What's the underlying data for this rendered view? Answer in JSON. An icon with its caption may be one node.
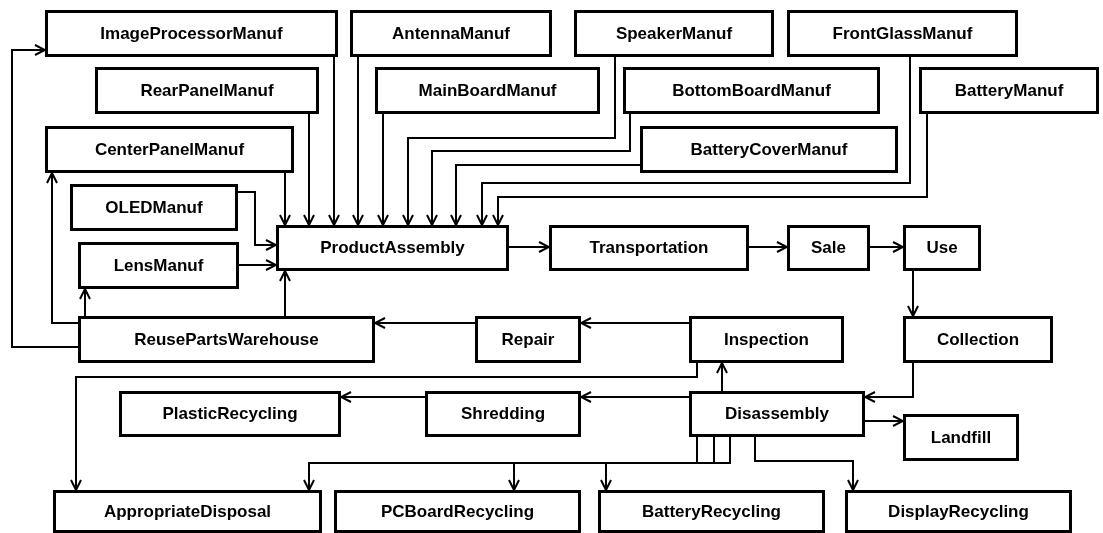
{
  "diagram": {
    "nodes": [
      {
        "text": [
          "ImageProcessorManuf"
        ]
      },
      {
        "text": [
          "AntennaManuf"
        ]
      },
      {
        "text": [
          "SpeakerManuf"
        ]
      },
      {
        "text": [
          "FrontGlassManuf"
        ]
      },
      {
        "text": [
          "RearPanelManuf"
        ]
      },
      {
        "text": [
          "MainBoardManuf"
        ]
      },
      {
        "text": [
          "BottomBoardManuf"
        ]
      },
      {
        "text": [
          "BatteryManuf"
        ]
      },
      {
        "text": [
          "CenterPanelManuf"
        ]
      },
      {
        "text": [
          "BatteryCoverManuf"
        ]
      },
      {
        "text": [
          "OLEDManuf"
        ]
      },
      {
        "text": [
          "ProductAssembly"
        ]
      },
      {
        "text": [
          "LensManuf"
        ]
      },
      {
        "text": [
          "Transportation"
        ]
      },
      {
        "text": [
          "Sale"
        ]
      },
      {
        "text": [
          "Use"
        ]
      },
      {
        "text": [
          "ReusePartsWarehouse"
        ]
      },
      {
        "text": [
          "Repair"
        ]
      },
      {
        "text": [
          "Inspection"
        ]
      },
      {
        "text": [
          "Collection"
        ]
      },
      {
        "text": [
          "PlasticRecycling"
        ]
      },
      {
        "text": [
          "Shredding"
        ]
      },
      {
        "text": [
          "Disassembly"
        ]
      },
      {
        "text": [
          "Landfill"
        ]
      },
      {
        "text": [
          "AppropriateDisposal"
        ]
      },
      {
        "text": [
          "PCBoardRecycling"
        ]
      },
      {
        "text": [
          "BatteryRecycling"
        ]
      },
      {
        "text": [
          "DisplayRecycling"
        ]
      }
    ],
    "edges": [
      {
        "from": 0,
        "to": 11,
        "arrow": "to"
      },
      {
        "from": 1,
        "to": 11,
        "arrow": "to"
      },
      {
        "from": 4,
        "to": 11,
        "arrow": "to"
      },
      {
        "from": 8,
        "to": 11,
        "arrow": "to"
      },
      {
        "from": 5,
        "to": 11,
        "arrow": "to"
      },
      {
        "from": 2,
        "to": 11,
        "arrow": "to"
      },
      {
        "from": 6,
        "to": 11,
        "arrow": "to"
      },
      {
        "from": 9,
        "to": 11,
        "arrow": "to"
      },
      {
        "from": 3,
        "to": 11,
        "arrow": "to"
      },
      {
        "from": 7,
        "to": 11,
        "arrow": "to"
      },
      {
        "from": 10,
        "to": 11,
        "arrow": "to"
      },
      {
        "from": 12,
        "to": 11,
        "arrow": "to"
      },
      {
        "from": 11,
        "to": 13,
        "arrow": "to"
      },
      {
        "from": 13,
        "to": 14,
        "arrow": "to"
      },
      {
        "from": 14,
        "to": 15,
        "arrow": "to"
      },
      {
        "from": 15,
        "to": 19,
        "arrow": "to"
      },
      {
        "from": 19,
        "to": 22,
        "arrow": "to"
      },
      {
        "from": 22,
        "to": 18,
        "arrow": "to"
      },
      {
        "from": 18,
        "to": 17,
        "arrow": "to"
      },
      {
        "from": 17,
        "to": 16,
        "arrow": "to"
      },
      {
        "from": 16,
        "to": 11,
        "arrow": "to"
      },
      {
        "from": 16,
        "to": 12,
        "arrow": "to"
      },
      {
        "from": 16,
        "to": 8,
        "arrow": "to"
      },
      {
        "from": 16,
        "to": 0,
        "arrow": "to"
      },
      {
        "from": 18,
        "to": 24,
        "arrow": "to"
      },
      {
        "from": 22,
        "to": 21,
        "arrow": "to"
      },
      {
        "from": 21,
        "to": 20,
        "arrow": "to"
      },
      {
        "from": 22,
        "to": 23,
        "arrow": "to"
      },
      {
        "from": 22,
        "to": 24,
        "arrow": "to"
      },
      {
        "from": 22,
        "to": 25,
        "arrow": "to"
      },
      {
        "from": 22,
        "to": 26,
        "arrow": "to"
      },
      {
        "from": 22,
        "to": 27,
        "arrow": "to"
      }
    ]
  }
}
